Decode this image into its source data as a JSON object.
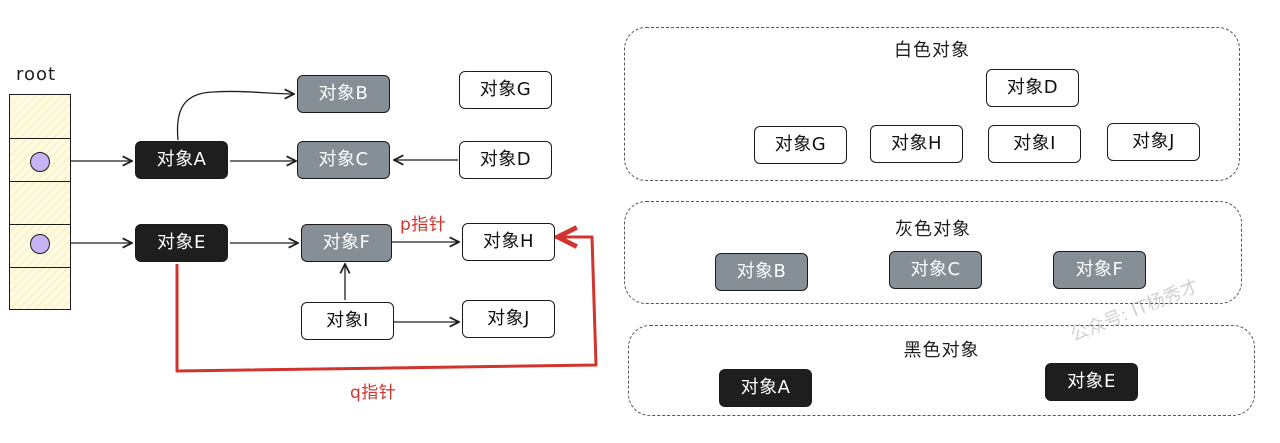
{
  "root_label": "root",
  "left_nodes": {
    "a": "对象A",
    "b": "对象B",
    "c": "对象C",
    "d": "对象D",
    "e": "对象E",
    "f": "对象F",
    "g": "对象G",
    "h": "对象H",
    "i": "对象I",
    "j": "对象J"
  },
  "pointer_labels": {
    "p": "p指针",
    "q": "q指针"
  },
  "panels": {
    "white": {
      "title": "白色对象",
      "items": [
        "对象D",
        "对象G",
        "对象H",
        "对象I",
        "对象J"
      ]
    },
    "gray": {
      "title": "灰色对象",
      "items": [
        "对象B",
        "对象C",
        "对象F"
      ]
    },
    "black": {
      "title": "黑色对象",
      "items": [
        "对象A",
        "对象E"
      ]
    }
  },
  "watermark": "公众号: IT杨秀才",
  "colors": {
    "white_node": "#ffffff",
    "gray_node": "#868e96",
    "black_node": "#1e1e1e",
    "pointer_red": "#d1342f",
    "root_dot": "#c5b3f5"
  }
}
